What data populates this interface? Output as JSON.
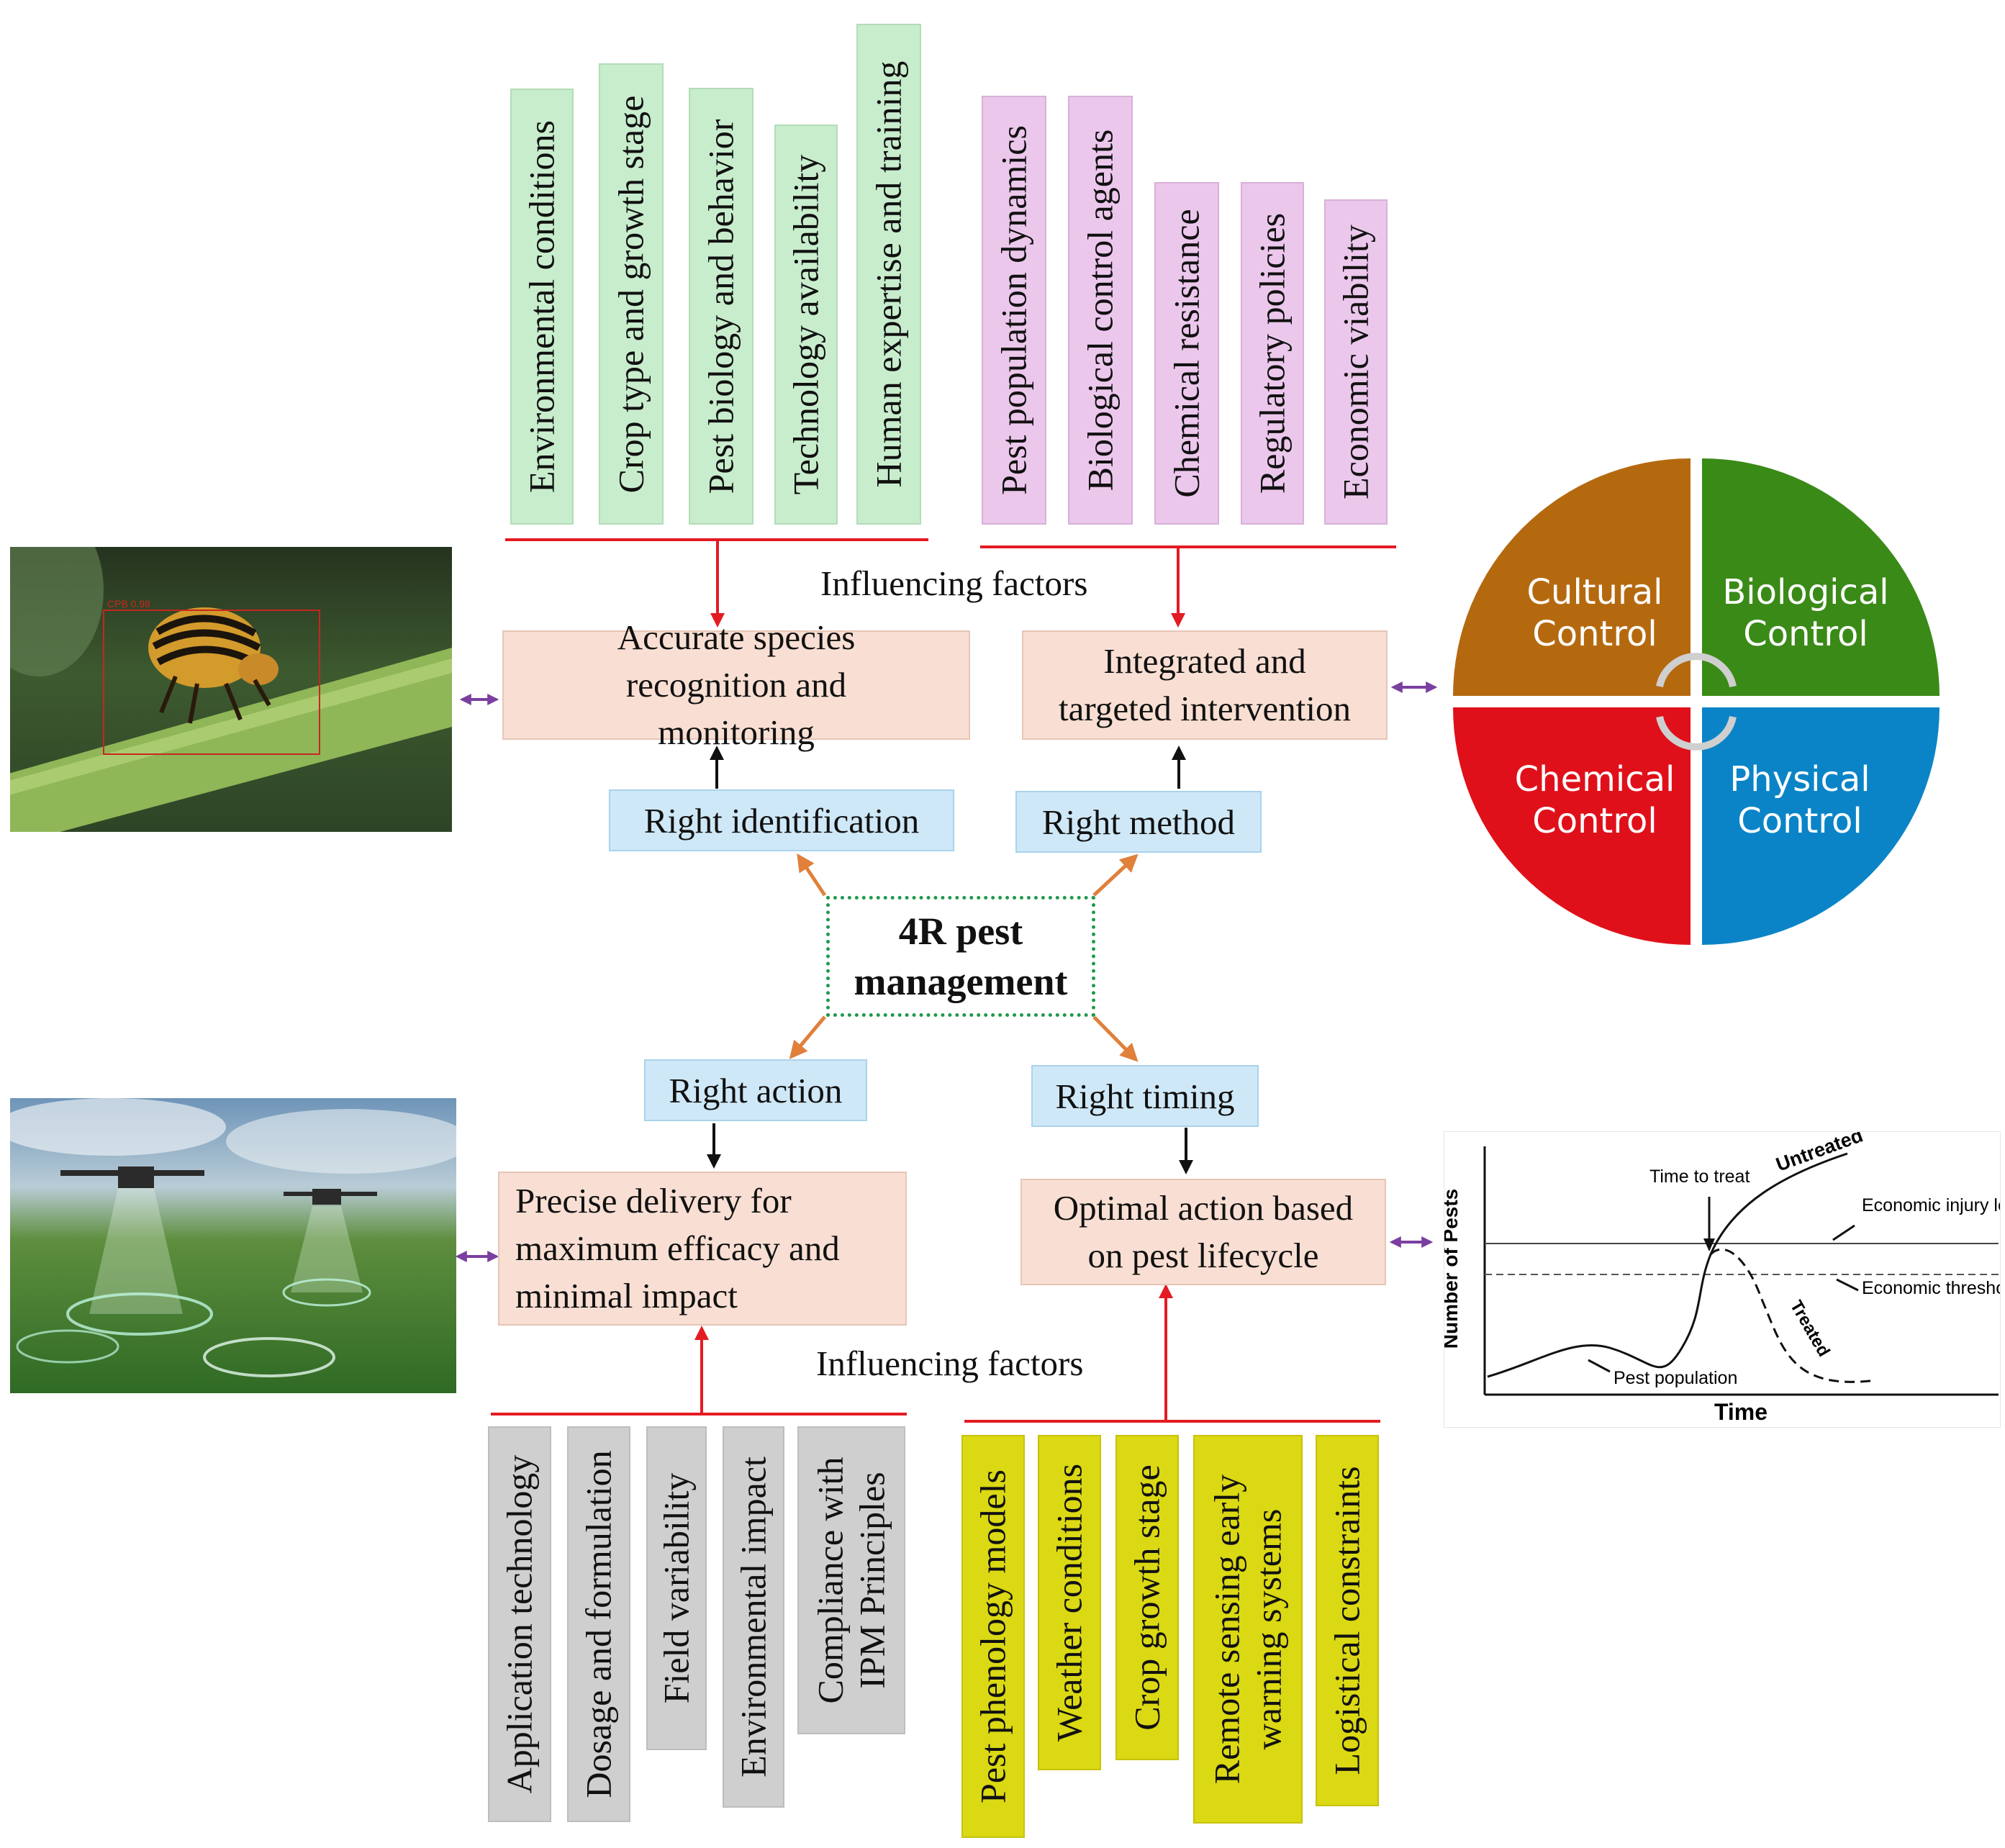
{
  "top_factors_green": [
    "Environmental conditions",
    "Crop type and growth stage",
    "Pest biology and behavior",
    "Technology availability",
    "Human expertise and training"
  ],
  "top_factors_pink": [
    "Pest population dynamics",
    "Biological control agents",
    "Chemical resistance",
    "Regulatory policies",
    "Economic viability"
  ],
  "top_factors_label": "Influencing factors",
  "bottom_factors_label": "Influencing factors",
  "outcomes": {
    "identification": "Accurate species recognition and monitoring",
    "method": "Integrated and targeted intervention",
    "action": "Precise delivery for maximum efficacy and minimal impact",
    "timing": "Optimal action based on pest lifecycle"
  },
  "rights": {
    "identification": "Right identification",
    "method": "Right method",
    "action": "Right action",
    "timing": "Right timing"
  },
  "center": "4R pest management",
  "bottom_factors_gray": [
    "Application technology",
    "Dosage and formulation",
    "Field variability",
    "Environmental impact",
    "Compliance with IPM Principles"
  ],
  "bottom_factors_yellow": [
    "Pest phenology models",
    "Weather conditions",
    "Crop growth stage",
    "Remote sensing early warning systems",
    "Logistical constraints"
  ],
  "control_wheel": {
    "cultural": "Cultural Control",
    "biological": "Biological Control",
    "chemical": "Chemical Control",
    "physical": "Physical Control",
    "colors": {
      "cultural": "#b5690f",
      "biological": "#3a8a17",
      "chemical": "#e0101a",
      "physical": "#0a84c7"
    }
  },
  "pest_graph": {
    "ylabel": "Number of Pests",
    "xlabel": "Time",
    "untreated": "Untreated",
    "treated": "Treated",
    "time_to_treat": "Time to treat",
    "eil": "Economic injury level",
    "et": "Economic threshold",
    "pest_population": "Pest population"
  },
  "photo_beetle_label": "CPB 0.98"
}
